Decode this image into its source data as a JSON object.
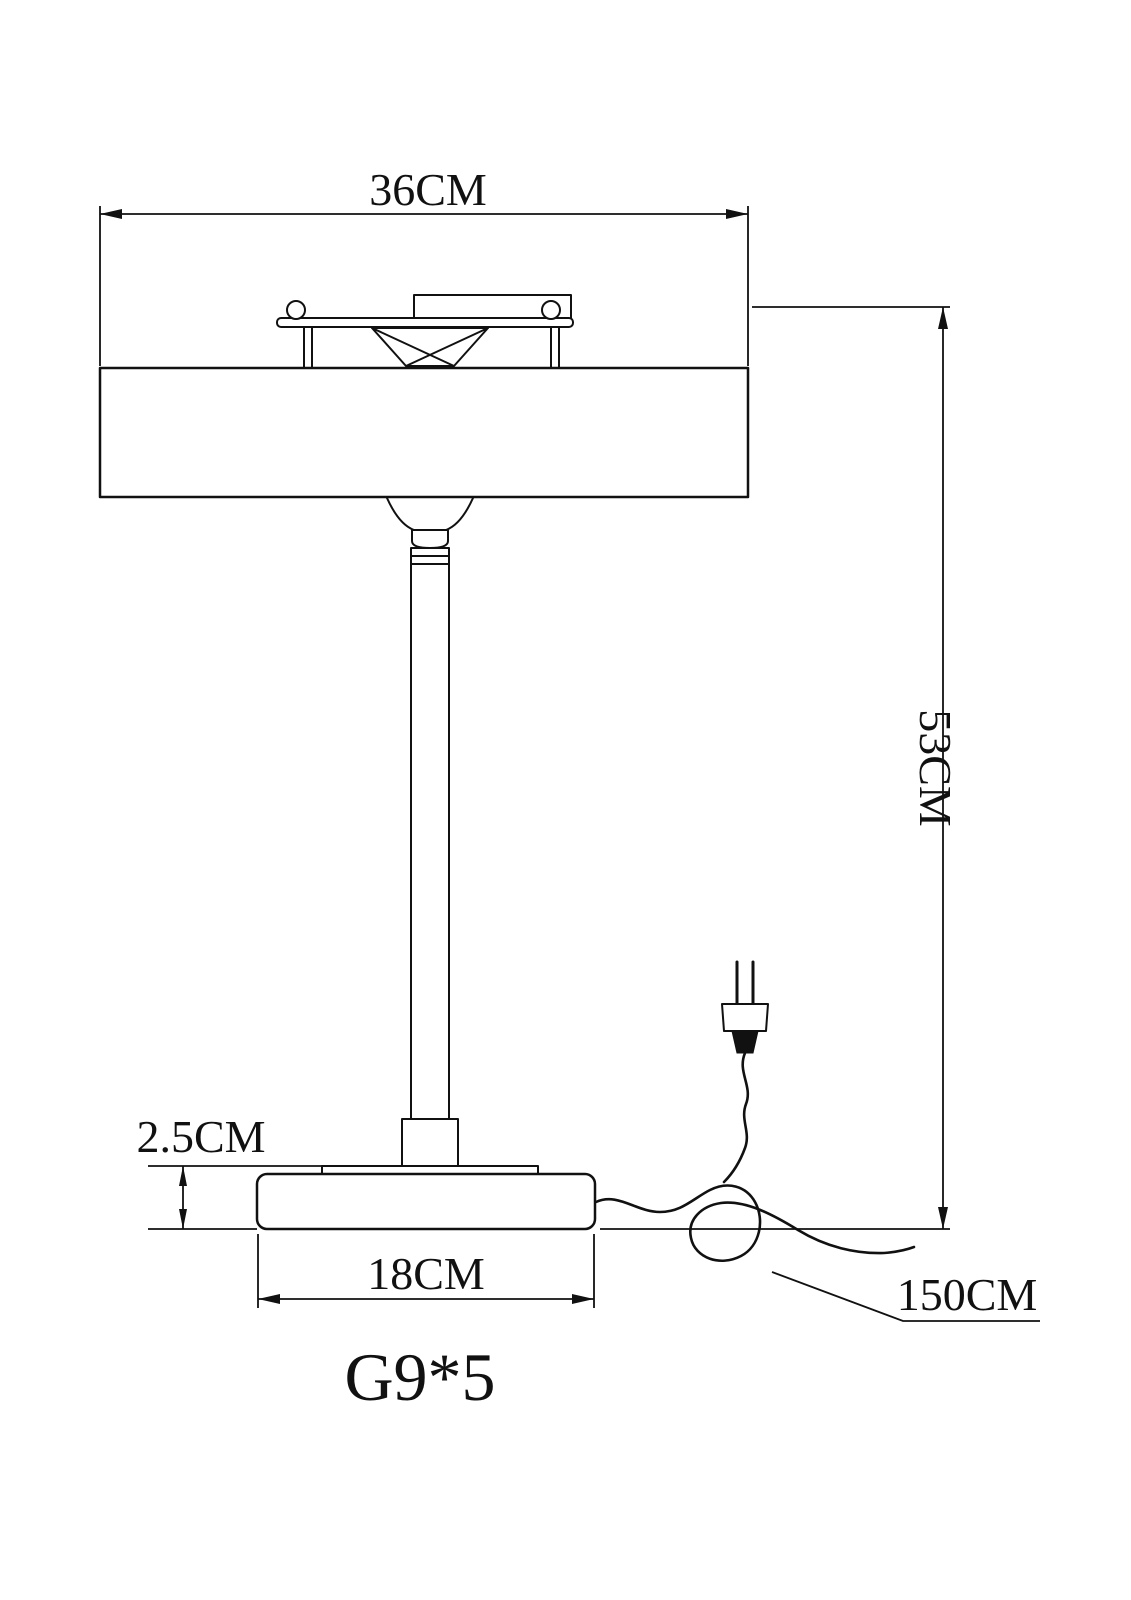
{
  "drawing": {
    "type": "technical-dimension-drawing",
    "subject": "table-lamp-front-elevation",
    "line_color": "#111111",
    "background_color": "#ffffff"
  },
  "dimensions": {
    "shade_width": {
      "label": "36CM"
    },
    "overall_height": {
      "label": "53CM"
    },
    "base_thickness": {
      "label": "2.5CM"
    },
    "base_diameter": {
      "label": "18CM"
    },
    "cord_length": {
      "label": "150CM"
    }
  },
  "annotations": {
    "bulb_spec": {
      "label": "G9*5"
    }
  }
}
